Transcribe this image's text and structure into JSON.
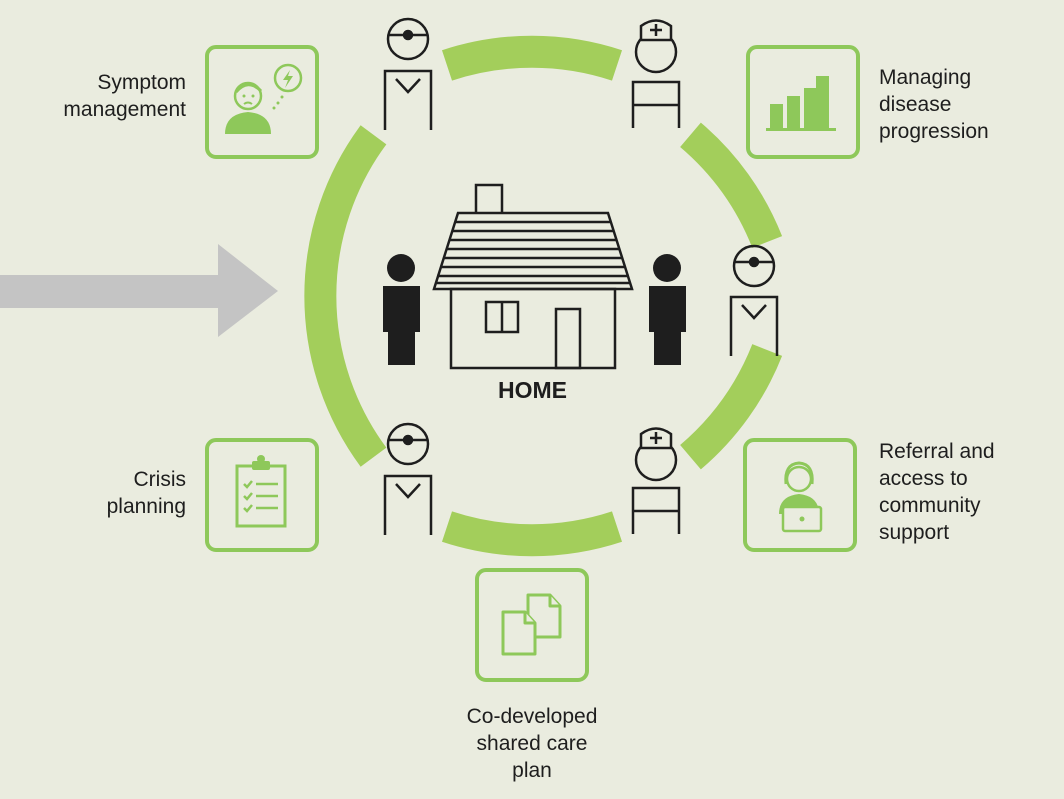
{
  "center": {
    "label": "HOME"
  },
  "services": {
    "symptom": {
      "lines": [
        "Symptom",
        "management"
      ],
      "icon": "patient-pain-icon"
    },
    "disease": {
      "lines": [
        "Managing",
        "disease",
        "progression"
      ],
      "icon": "bar-chart-icon"
    },
    "crisis": {
      "lines": [
        "Crisis",
        "planning"
      ],
      "icon": "clipboard-checklist-icon"
    },
    "referral": {
      "lines": [
        "Referral and",
        "access to",
        "community",
        "support"
      ],
      "icon": "person-laptop-icon"
    },
    "careplan": {
      "lines": [
        "Co-developed",
        "shared care",
        "plan"
      ],
      "icon": "documents-icon"
    }
  },
  "colors": {
    "background": "#eaecdf",
    "ring_green": "#a3ce5b",
    "box_border": "#8ec85a",
    "arrow_gray": "#c4c4c4",
    "ink": "#1e1e1e"
  }
}
